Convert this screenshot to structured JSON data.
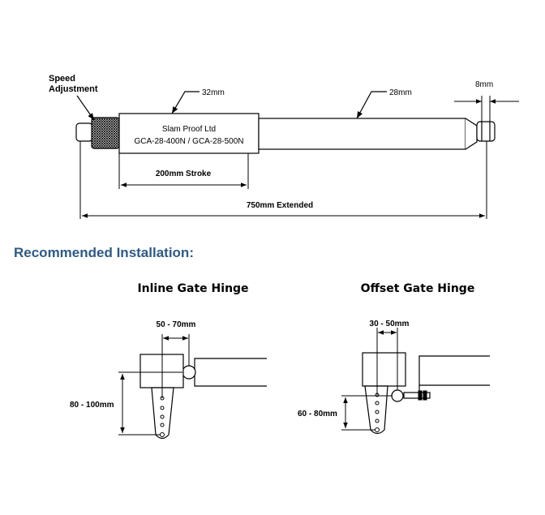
{
  "actuator": {
    "speed_label_line1": "Speed",
    "speed_label_line2": "Adjustment",
    "body_dia": "32mm",
    "rod_dia": "28mm",
    "end_dia": "8mm",
    "brand": "Slam Proof Ltd",
    "models": "GCA-28-400N / GCA-28-500N",
    "stroke": "200mm Stroke",
    "extended": "750mm Extended"
  },
  "section_title": "Recommended Installation:",
  "inline": {
    "title": "Inline Gate Hinge",
    "horizontal_dim": "50 - 70mm",
    "vertical_dim": "80 - 100mm"
  },
  "offset": {
    "title": "Offset Gate Hinge",
    "horizontal_dim": "30 - 50mm",
    "vertical_dim": "60 - 80mm"
  },
  "colors": {
    "section_title": "#2e5a87",
    "line": "#000000"
  }
}
